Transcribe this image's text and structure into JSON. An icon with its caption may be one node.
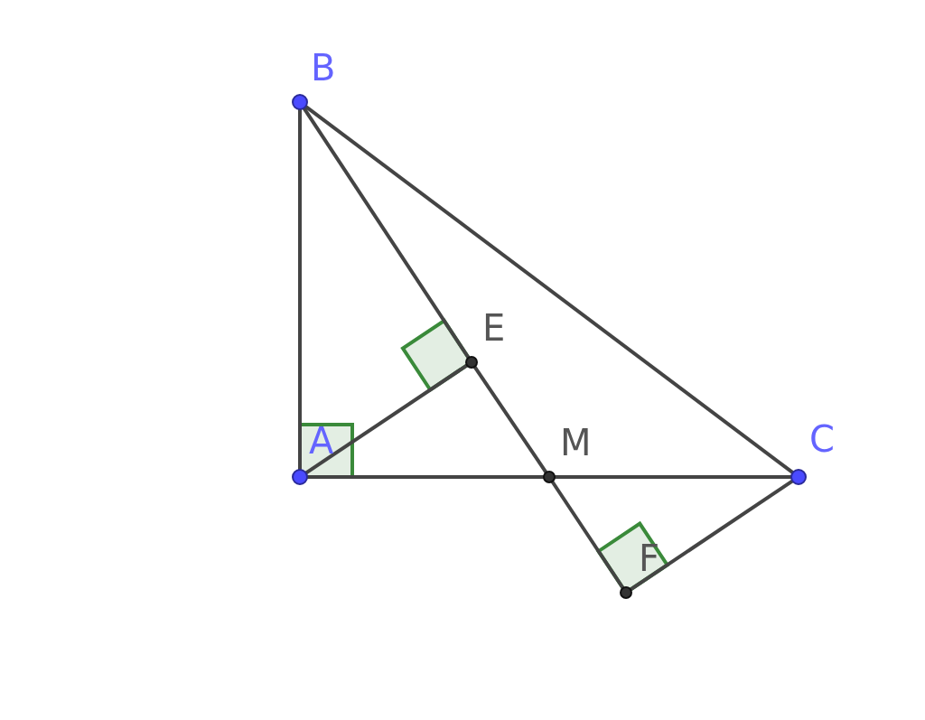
{
  "diagram": {
    "nodes": [
      {
        "text": [
          "B"
        ]
      },
      {
        "text": [
          "E"
        ]
      },
      {
        "text": [
          "A"
        ]
      },
      {
        "text": [
          "M"
        ]
      },
      {
        "text": [
          "C"
        ]
      },
      {
        "text": [
          "F"
        ]
      }
    ],
    "edges": [
      {
        "from": 2,
        "to": 0,
        "arrow": "none"
      },
      {
        "from": 0,
        "to": 4,
        "arrow": "none"
      },
      {
        "from": 2,
        "to": 3,
        "arrow": "none"
      },
      {
        "from": 3,
        "to": 4,
        "arrow": "none"
      },
      {
        "from": 0,
        "to": 1,
        "arrow": "none"
      },
      {
        "from": 1,
        "to": 3,
        "arrow": "none"
      },
      {
        "from": 3,
        "to": 5,
        "arrow": "none"
      },
      {
        "from": 2,
        "to": 1,
        "arrow": "none"
      },
      {
        "from": 4,
        "to": 5,
        "arrow": "none"
      }
    ]
  }
}
